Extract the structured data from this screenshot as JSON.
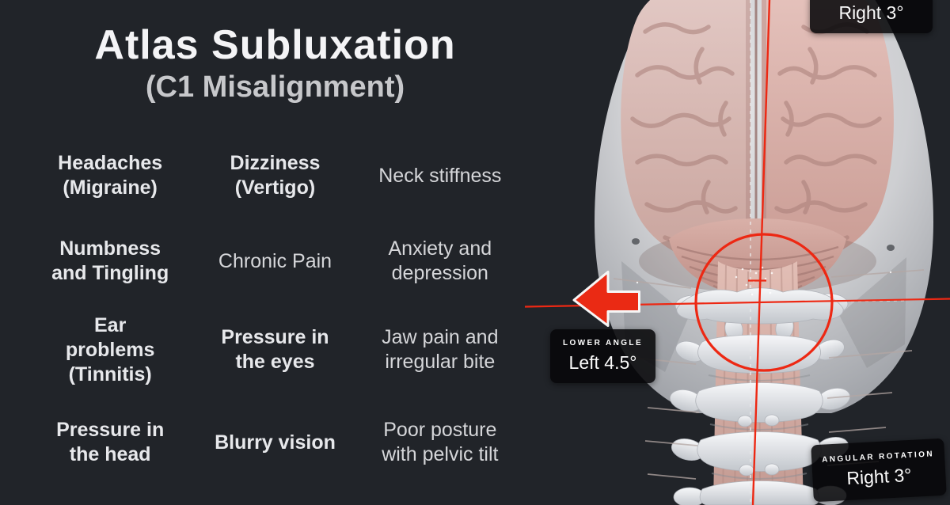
{
  "header": {
    "title": "Atlas Subluxation",
    "subtitle": "(C1 Misalignment)"
  },
  "symptoms": [
    {
      "text": "Headaches\n(Migraine)",
      "bold": true
    },
    {
      "text": "Dizziness\n(Vertigo)",
      "bold": true
    },
    {
      "text": "Neck stiffness",
      "bold": false
    },
    {
      "text": "Numbness\nand Tingling",
      "bold": true
    },
    {
      "text": "Chronic Pain",
      "bold": false
    },
    {
      "text": "Anxiety and\ndepression",
      "bold": false
    },
    {
      "text": "Ear\nproblems\n(Tinnitis)",
      "bold": true
    },
    {
      "text": "Pressure in\nthe eyes",
      "bold": true
    },
    {
      "text": "Jaw pain and\nirregular bite",
      "bold": false
    },
    {
      "text": "Pressure in\nthe head",
      "bold": true
    },
    {
      "text": "Blurry vision",
      "bold": true
    },
    {
      "text": "Poor posture\nwith pelvic tilt",
      "bold": false
    }
  ],
  "annotations": {
    "upper": {
      "value": "Right 3°"
    },
    "lower_angle": {
      "label": "LOWER ANGLE",
      "value": "Left 4.5°"
    },
    "angular_rotation": {
      "label": "ANGULAR ROTATION",
      "value": "Right 3°"
    }
  },
  "colors": {
    "background": "#212429",
    "accent_red": "#ed2813",
    "badge_bg": "#0a0a0b",
    "text_primary": "#f4f4f6",
    "text_secondary": "#d5d6d9",
    "bone": "#e9ebee",
    "brain_pink": "#d9b4ad",
    "skull_gray": "#c9cbd0"
  }
}
